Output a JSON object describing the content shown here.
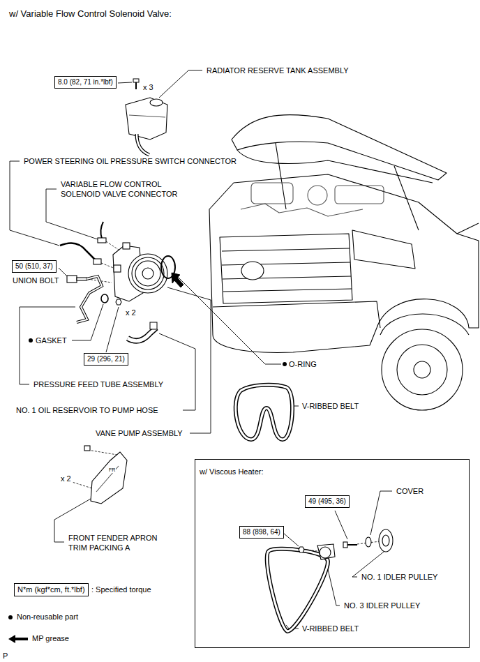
{
  "diagram": {
    "title": "w/ Variable Flow Control Solenoid Valve:",
    "nodes": [
      {
        "text": [
          "8.0 (82, 71 in.*lbf)"
        ]
      },
      {
        "text": [
          "50 (510, 37)"
        ]
      },
      {
        "text": [
          "29 (296, 21)"
        ]
      },
      {
        "text": [
          "w/ Viscous Heater:"
        ]
      },
      {
        "text": [
          "49 (495, 36)"
        ],
        "in": 3
      },
      {
        "text": [
          "88 (898, 64)"
        ],
        "in": 3
      },
      {
        "text": [
          "N*m (kgf*cm, ft.*lbf)"
        ]
      }
    ],
    "edges": [],
    "labels": [
      "RADIATOR RESERVE TANK ASSEMBLY",
      "x 3",
      "POWER STEERING OIL PRESSURE SWITCH CONNECTOR",
      "VARIABLE FLOW CONTROL SOLENOID VALVE CONNECTOR",
      "UNION BOLT",
      "x 2",
      "GASKET",
      "PRESSURE FEED TUBE ASSEMBLY",
      "NO. 1 OIL RESERVOIR TO PUMP HOSE",
      "O-RING",
      "V-RIBBED BELT",
      "VANE PUMP ASSEMBLY",
      "x 2",
      "FR",
      "FRONT FENDER APRON TRIM PACKING A",
      "COVER",
      "NO. 1 IDLER PULLEY",
      "NO. 3 IDLER PULLEY",
      "V-RIBBED BELT",
      "P"
    ],
    "legend": [
      {
        "text": ": Specified torque"
      },
      {
        "text": "Non-reusable part"
      },
      {
        "text": "MP grease"
      }
    ]
  }
}
